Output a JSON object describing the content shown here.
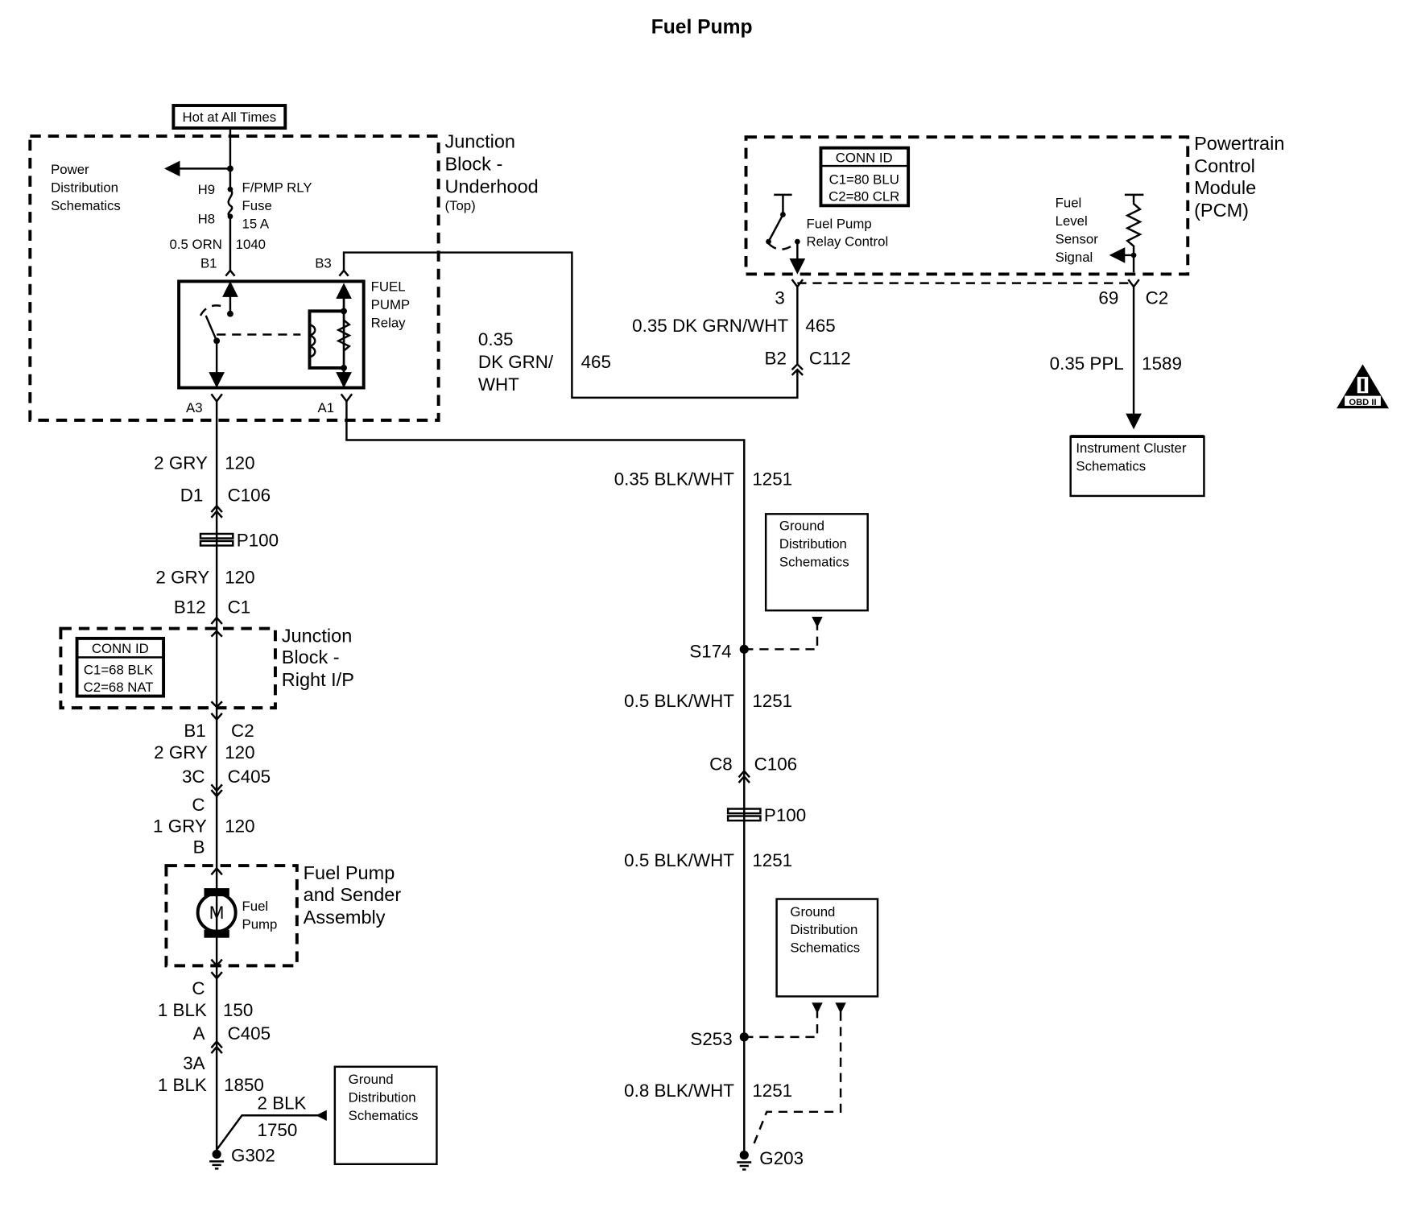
{
  "title": "Fuel Pump",
  "hot_label": "Hot at All Times",
  "jb_underhood": {
    "lines": [
      "Junction",
      "Block -",
      "Underhood"
    ],
    "sub": "(Top)"
  },
  "power_dist": [
    "Power",
    "Distribution",
    "Schematics"
  ],
  "fuse": {
    "h9": "H9",
    "h8": "H8",
    "lines": [
      "F/PMP RLY",
      "Fuse",
      "15 A"
    ]
  },
  "wire_1040": {
    "color": "0.5 ORN",
    "circuit": "1040"
  },
  "pins": {
    "b1": "B1",
    "b3": "B3",
    "a3": "A3",
    "a1": "A1"
  },
  "relay": [
    "FUEL",
    "PUMP",
    "Relay"
  ],
  "pcm": {
    "lines": [
      "Powertrain",
      "Control",
      "Module",
      "(PCM)"
    ],
    "conn_id": "CONN ID",
    "c1": "C1=80 BLU",
    "c2": "C2=80 CLR",
    "relay_control": [
      "Fuel Pump",
      "Relay Control"
    ],
    "fuel_level": [
      "Fuel",
      "Level",
      "Sensor",
      "Signal"
    ],
    "pin3": "3",
    "pin69": "69",
    "conn": "C2"
  },
  "wire_465_top": {
    "color": "0.35 DK GRN/WHT",
    "circuit": "465",
    "pin": "B2",
    "conn": "C112"
  },
  "wire_465_left": {
    "color": [
      "0.35",
      "DK GRN/",
      "WHT"
    ],
    "circuit": "465"
  },
  "wire_1589": {
    "color": "0.35 PPL",
    "circuit": "1589"
  },
  "instrument_cluster": [
    "Instrument Cluster",
    "Schematics"
  ],
  "obd_badge": "OBD II",
  "left_chain": {
    "w1": {
      "color": "2 GRY",
      "circuit": "120"
    },
    "d1": "D1",
    "c106": "C106",
    "p100": "P100",
    "w2": {
      "color": "2 GRY",
      "circuit": "120"
    },
    "b12": "B12",
    "c1": "C1",
    "jb_rip": {
      "lines": [
        "Junction",
        "Block -",
        "Right I/P"
      ],
      "conn_id": "CONN ID",
      "c1": "C1=68 BLK",
      "c2": "C2=68 NAT"
    },
    "b1": "B1",
    "c2": "C2",
    "w3": {
      "color": "2 GRY",
      "circuit": "120"
    },
    "p3c": "3C",
    "c405": "C405",
    "pc": "C",
    "w4": {
      "color": "1 GRY",
      "circuit": "120"
    },
    "pb": "B",
    "pump": {
      "motor": "M",
      "label": [
        "Fuel",
        "Pump"
      ],
      "assembly": [
        "Fuel Pump",
        "and Sender",
        "Assembly"
      ]
    },
    "pc2": "C",
    "w5": {
      "color": "1 BLK",
      "circuit": "150"
    },
    "pa": "A",
    "c405b": "C405",
    "p3a": "3A",
    "w6": {
      "color": "1 BLK",
      "circuit": "1850"
    },
    "w7": {
      "color": "2 BLK",
      "circuit": "1750"
    },
    "ground_box": [
      "Ground",
      "Distribution",
      "Schematics"
    ],
    "ground": "G302"
  },
  "right_chain": {
    "w1": {
      "color": "0.35 BLK/WHT",
      "circuit": "1251"
    },
    "ground_box1": [
      "Ground",
      "Distribution",
      "Schematics"
    ],
    "s174": "S174",
    "w2": {
      "color": "0.5 BLK/WHT",
      "circuit": "1251"
    },
    "c8": "C8",
    "c106": "C106",
    "p100": "P100",
    "w3": {
      "color": "0.5 BLK/WHT",
      "circuit": "1251"
    },
    "ground_box2": [
      "Ground",
      "Distribution",
      "Schematics"
    ],
    "s253": "S253",
    "w4": {
      "color": "0.8 BLK/WHT",
      "circuit": "1251"
    },
    "ground": "G203"
  }
}
